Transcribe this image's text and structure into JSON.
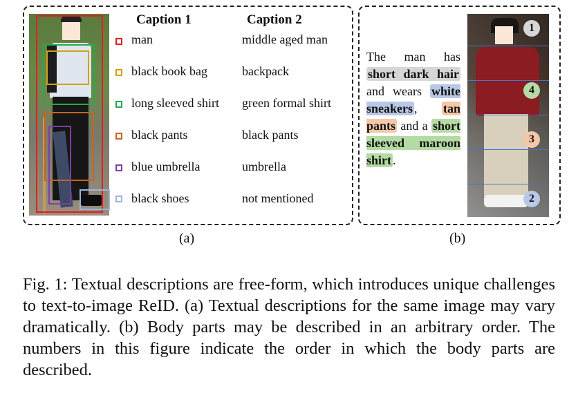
{
  "panel_a": {
    "headers": [
      "Caption 1",
      "Caption 2"
    ],
    "rows": [
      {
        "color": "#e02020",
        "c1": "man",
        "c2": "middle aged man"
      },
      {
        "color": "#d4a017",
        "c1": "black book bag",
        "c2": "backpack"
      },
      {
        "color": "#2aa84a",
        "c1": "long sleeved shirt",
        "c2": "green formal shirt"
      },
      {
        "color": "#c8641e",
        "c1": "black pants",
        "c2": "black pants"
      },
      {
        "color": "#7b3fa8",
        "c1": "blue umbrella",
        "c2": "umbrella"
      },
      {
        "color": "#9ab6dc",
        "c1": "black shoes",
        "c2": "not mentioned"
      }
    ],
    "label": "(a)"
  },
  "panel_b": {
    "desc_parts": [
      "The man has",
      "short dark hair",
      "and wears",
      "white sneakers",
      ",",
      "tan pants",
      "and a",
      "short sleeved maroon shirt",
      "."
    ],
    "badges": [
      "1",
      "4",
      "3",
      "2"
    ],
    "label": "(b)"
  },
  "figure_caption": "Fig. 1: Textual descriptions are free-form, which introduces unique challenges to text-to-image ReID. (a) Textual descriptions for the same image may vary dramatically. (b) Body parts may be described in an arbitrary order. The numbers in this figure indicate the order in which the body parts are described."
}
